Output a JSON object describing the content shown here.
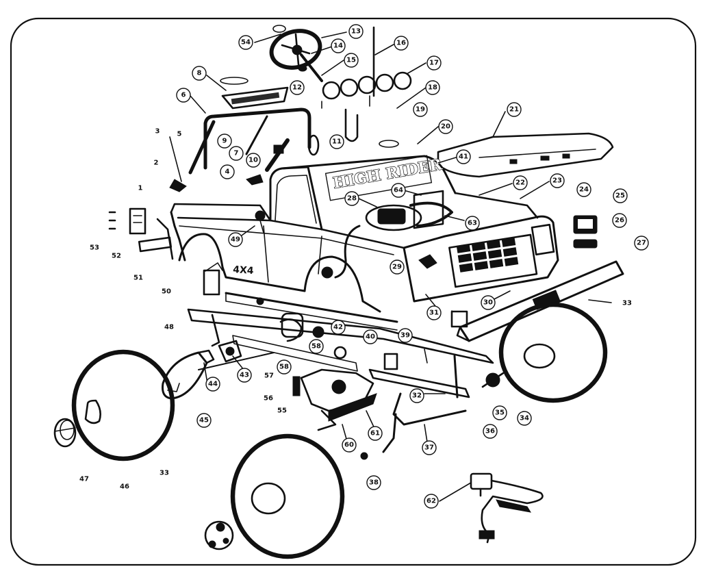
{
  "decals": {
    "hood": "HIGH RIDER",
    "door": "4X4"
  },
  "callouts": [
    "54",
    "13",
    "14",
    "16",
    "15",
    "17",
    "12",
    "8",
    "18",
    "6",
    "19",
    "21",
    "20",
    "3",
    "5",
    "9",
    "7",
    "11",
    "10",
    "2",
    "4",
    "41",
    "22",
    "23",
    "24",
    "25",
    "1",
    "64",
    "28",
    "26",
    "49",
    "63",
    "53",
    "52",
    "29",
    "27",
    "51",
    "50",
    "30",
    "31",
    "33",
    "48",
    "42",
    "39",
    "40",
    "58",
    "58",
    "44",
    "43",
    "57",
    "32",
    "56",
    "55",
    "35",
    "34",
    "45",
    "61",
    "36",
    "60",
    "37",
    "47",
    "46",
    "33",
    "38",
    "62"
  ]
}
